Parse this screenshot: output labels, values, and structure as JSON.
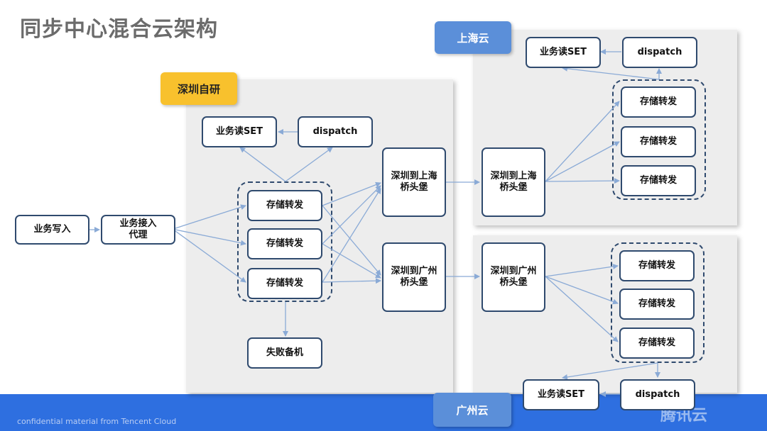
{
  "title": "同步中心混合云架构",
  "footer": {
    "text": "confidential material from Tencent Cloud",
    "logo": "腾讯云"
  },
  "regions": {
    "shenzhen": {
      "label": "深圳自研"
    },
    "shanghai": {
      "label": "上海云"
    },
    "guangzhou": {
      "label": "广州云"
    }
  },
  "nodes": {
    "biz_write": "业务写入",
    "biz_proxy": "业务接入\n代理",
    "sz_read": "业务读SET",
    "sz_dispatch": "dispatch",
    "sz_store_1": "存储转发",
    "sz_store_2": "存储转发",
    "sz_store_3": "存储转发",
    "sz_fail": "失败备机",
    "sz_to_sh": "深圳到上海\n桥头堡",
    "sz_to_gz": "深圳到广州\n桥头堡",
    "sh_bridge": "深圳到上海\n桥头堡",
    "sh_read": "业务读SET",
    "sh_dispatch": "dispatch",
    "sh_store_1": "存储转发",
    "sh_store_2": "存储转发",
    "sh_store_3": "存储转发",
    "gz_bridge": "深圳到广州\n桥头堡",
    "gz_store_1": "存储转发",
    "gz_store_2": "存储转发",
    "gz_store_3": "存储转发",
    "gz_read": "业务读SET",
    "gz_dispatch": "dispatch"
  },
  "colors": {
    "arrow": "#8aaad6",
    "node_border": "#2f4a6e",
    "region_tag_blue": "#5b8fd9",
    "region_tag_yellow": "#f8c12d",
    "footer": "#2e6fe0"
  }
}
